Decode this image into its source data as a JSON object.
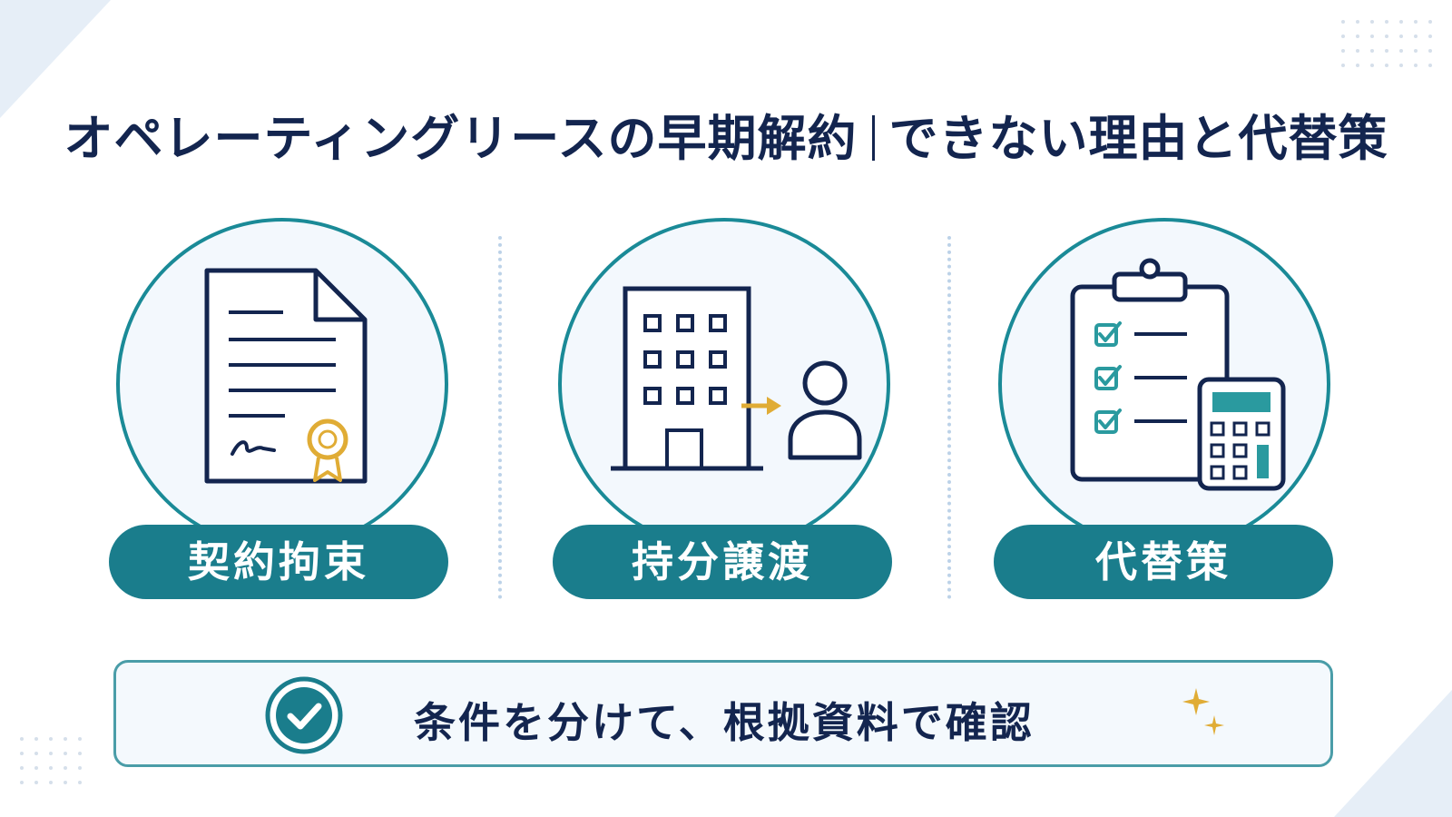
{
  "title": {
    "left": "オペレーティングリースの早期解約",
    "right": "できない理由と代替策"
  },
  "cards": [
    {
      "label": "契約拘束",
      "icon": "contract-document-icon"
    },
    {
      "label": "持分譲渡",
      "icon": "building-transfer-icon"
    },
    {
      "label": "代替策",
      "icon": "checklist-calculator-icon"
    }
  ],
  "note": {
    "text": "条件を分けて、根拠資料で確認",
    "icon": "check-circle-icon",
    "sparkle_icon": "sparkle-icon"
  },
  "colors": {
    "navy": "#13254f",
    "teal": "#1a7d8c",
    "gold": "#e0ac35",
    "light_bg": "#f3f8fd"
  }
}
